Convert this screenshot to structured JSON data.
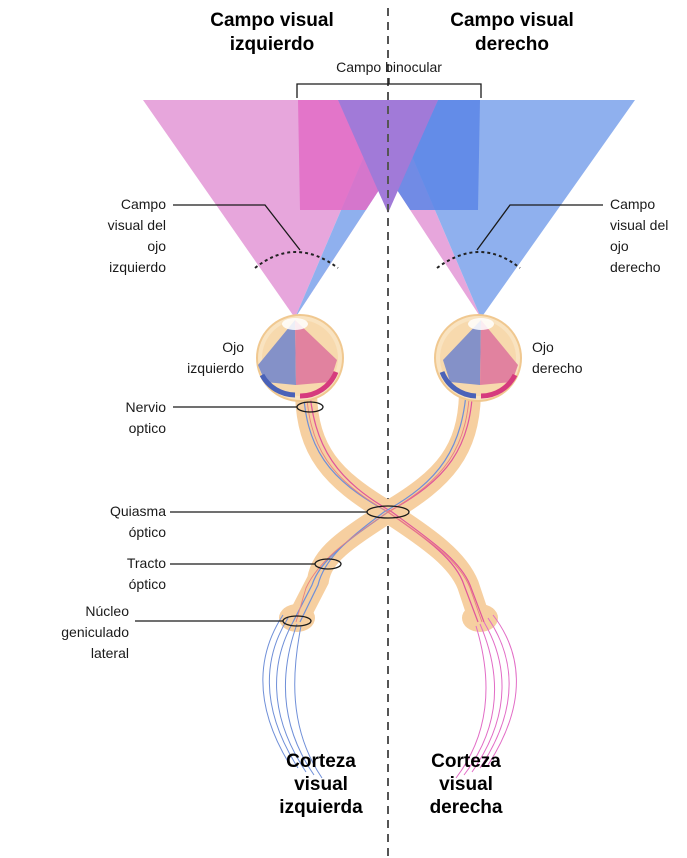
{
  "titles": {
    "left_field": [
      "Campo visual",
      "izquierdo"
    ],
    "right_field": [
      "Campo visual",
      "derecho"
    ],
    "binocular": "Campo binocular"
  },
  "labels": {
    "left_eye_field": [
      "Campo",
      "visual del",
      "ojo",
      "izquierdo"
    ],
    "right_eye_field": [
      "Campo",
      "visual del",
      "ojo",
      "derecho"
    ],
    "left_eye": [
      "Ojo",
      "izquierdo"
    ],
    "right_eye": [
      "Ojo",
      "derecho"
    ],
    "optic_nerve": [
      "Nervio",
      "optico"
    ],
    "chiasm": [
      "Quiasma",
      "óptico"
    ],
    "tract": [
      "Tracto",
      "óptico"
    ],
    "lgn": [
      "Núcleo",
      "geniculado",
      "lateral"
    ]
  },
  "cortex": {
    "left": [
      "Corteza",
      "visual",
      "izquierda"
    ],
    "right": [
      "Corteza",
      "visual",
      "derecha"
    ]
  },
  "colors": {
    "pink": "#e7a6dc",
    "blue": "#8fb0ee",
    "overlap": "#ab86dc",
    "magenta": "#e26cc6",
    "deep_blue": "#5c86e6",
    "eye_fill": "#f7d9ad",
    "pathway": "#f6cfa0",
    "nerve_pink": "#e0559c",
    "nerve_blue": "#6f8fd8",
    "midline": "#555555"
  }
}
